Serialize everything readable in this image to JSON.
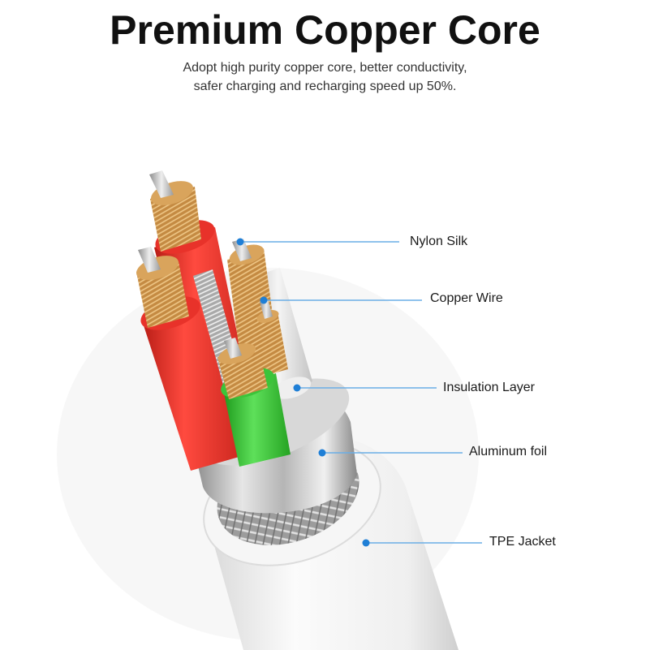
{
  "header": {
    "title": "Premium Copper Core",
    "subtitle_line1": "Adopt high purity copper core, better conductivity,",
    "subtitle_line2": "safer charging and recharging speed up 50%."
  },
  "callouts": [
    {
      "label": "Nylon Silk"
    },
    {
      "label": "Copper Wire"
    },
    {
      "label": "Insulation Layer"
    },
    {
      "label": "Aluminum foil"
    },
    {
      "label": "TPE Jacket"
    }
  ],
  "colors": {
    "leader_line": "#6aaee6",
    "leader_dot": "#1f7fd6",
    "red_wire": "#e8322a",
    "green_wire": "#3cc43a",
    "copper": "#c9914a",
    "jacket": "#f1f1f1"
  }
}
